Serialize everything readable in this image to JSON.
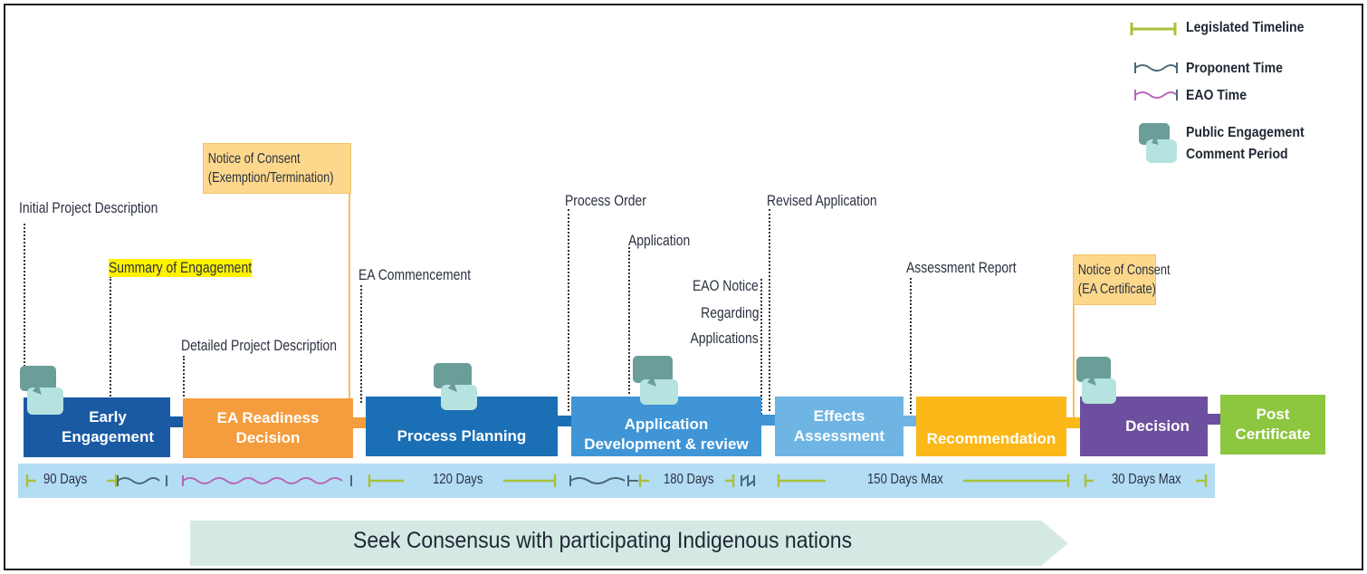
{
  "legend": {
    "legislated": "Legislated Timeline",
    "proponent": "Proponent Time",
    "eao": "EAO Time",
    "public_line1": "Public Engagement",
    "public_line2": "Comment Period"
  },
  "stages": {
    "early_line1": "Early",
    "early_line2": "Engagement",
    "readiness_line1": "EA Readiness",
    "readiness_line2": "Decision",
    "planning": "Process Planning",
    "application_line1": "Application",
    "application_line2": "Development & review",
    "effects_line1": "Effects",
    "effects_line2": "Assessment",
    "recommendation": "Recommendation",
    "decision": "Decision",
    "post_line1": "Post",
    "post_line2": "Certificate"
  },
  "annotations": {
    "initial_pd": "Initial Project Description",
    "summary": "Summary of Engagement",
    "detailed_pd": "Detailed Project Description",
    "notice1_line1": "Notice of Consent",
    "notice1_line2": "(Exemption/Termination)",
    "commencement": "EA Commencement",
    "process_order": "Process Order",
    "application": "Application",
    "eao_notice_line1": "EAO Notice",
    "eao_notice_line2": "Regarding",
    "eao_notice_line3": "Applications",
    "revised": "Revised Application",
    "assessment_report": "Assessment Report",
    "notice2_line1": "Notice of Consent",
    "notice2_line2": "(EA Certificate)"
  },
  "durations": {
    "d90": "90 Days",
    "d120": "120 Days",
    "d180": "180 Days",
    "d150": "150 Days Max",
    "d30": "30 Days Max"
  },
  "consensus": "Seek Consensus with participating Indigenous nations",
  "colors": {
    "early": "#1a5aa3",
    "readiness": "#f49d3f",
    "planning": "#1a6fb5",
    "application": "#3f95d6",
    "effects": "#6fb5e3",
    "recommendation": "#fbb818",
    "decision": "#6c4f9e",
    "post": "#8dc63f",
    "legislated": "#a8c23a",
    "proponent": "#4a6878",
    "eao": "#b865b8",
    "bubble_dark": "#6b9d99",
    "bubble_light": "#b6e3e0",
    "timeline_bar": "#b3dcf5",
    "note": "#fdd88c",
    "highlight": "#fff200",
    "consensus_arrow": "#d5e9e4"
  }
}
